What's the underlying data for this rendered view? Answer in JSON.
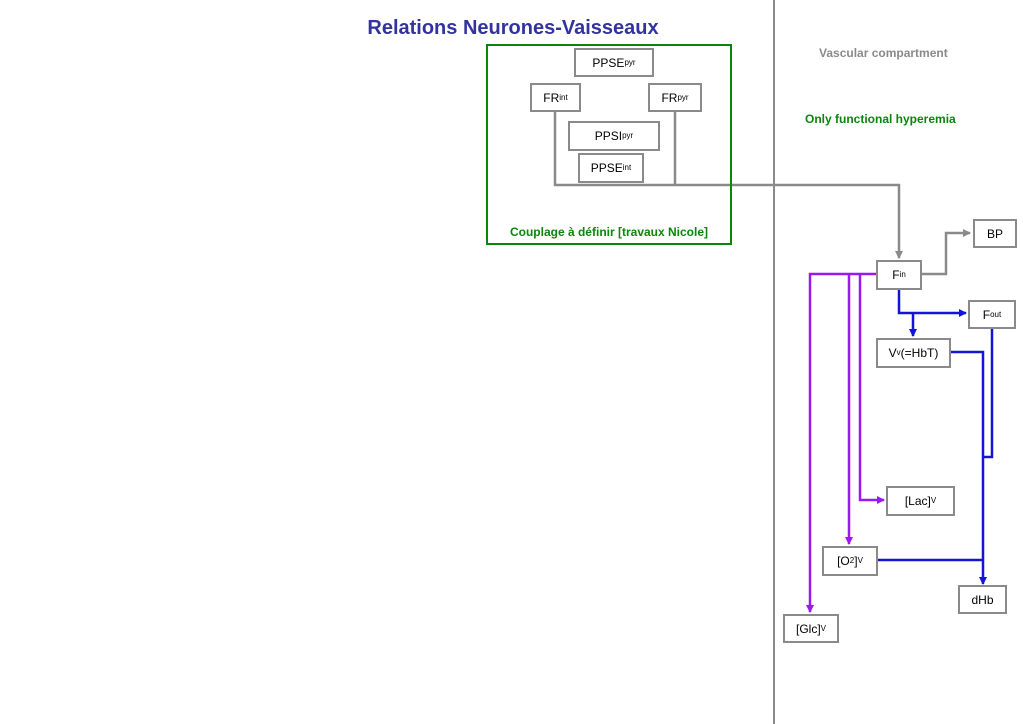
{
  "title": "Relations Neurones-Vaisseaux",
  "vascular_label": "Vascular compartment",
  "hyperemia_label": "Only functional hyperemia",
  "colors": {
    "title": "#3333a0",
    "green": "#0a860a",
    "grey": "#8a8a8a",
    "purple": "#9b19ee",
    "blue": "#1414d8"
  },
  "neuron_group": {
    "label": "Couplage à définir [travaux Nicole]"
  },
  "nodes": {
    "ppse_pyr": {
      "main": "PPSE",
      "sub": "pyr",
      "after": ""
    },
    "fr_int": {
      "main": "FR",
      "sub": "int",
      "after": ""
    },
    "fr_pyr": {
      "main": "FR",
      "sub": "pyr",
      "after": ""
    },
    "ppsi_pyr": {
      "main": "PPSI",
      "sub": "pyr",
      "after": ""
    },
    "ppse_int": {
      "main": "PPSE",
      "sub": "int",
      "after": ""
    },
    "bp": {
      "main": "BP",
      "sub": "",
      "after": ""
    },
    "f_in": {
      "main": "F",
      "sub": "in",
      "after": ""
    },
    "f_out": {
      "main": "F",
      "sub": "out",
      "after": ""
    },
    "v_v": {
      "main": "V",
      "sub": "v",
      "after": "(=HbT)"
    },
    "lac_v": {
      "main": "[Lac]",
      "sub": "V",
      "after": ""
    },
    "o2_v": {
      "main": "[O",
      "sub": "2",
      "after": "]",
      "sub2": "V"
    },
    "dhb": {
      "main": "dHb",
      "sub": "",
      "after": ""
    },
    "glc_v": {
      "main": "[Glc]",
      "sub": "V",
      "after": ""
    }
  }
}
